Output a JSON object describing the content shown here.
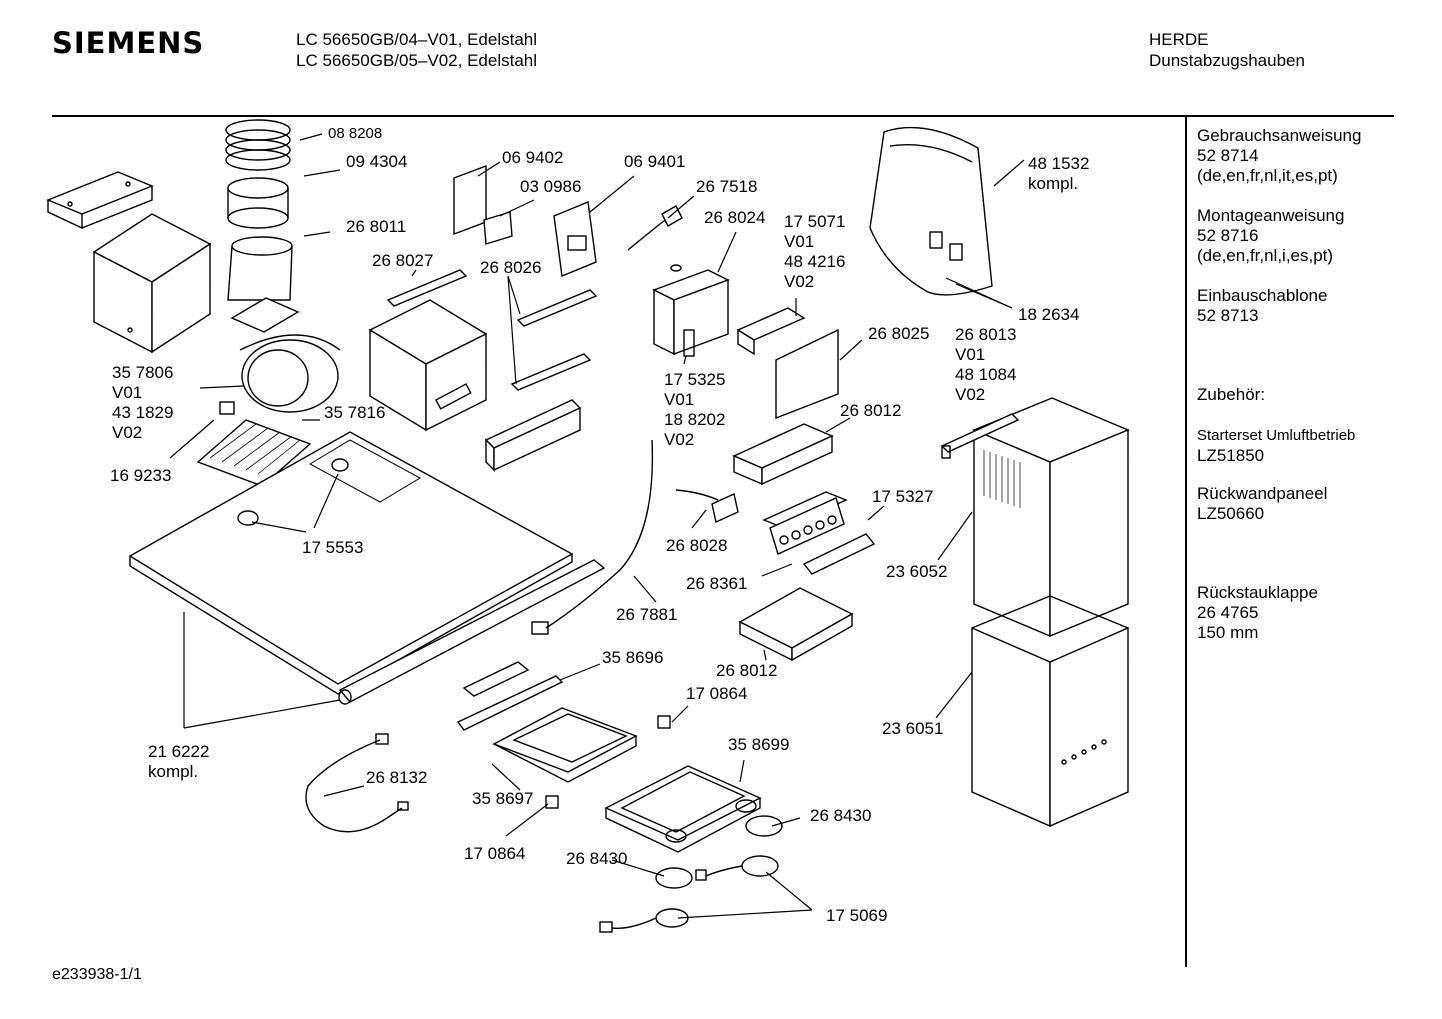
{
  "header": {
    "brand": "SIEMENS",
    "model_line_1": "LC 56650GB/04–V01, Edelstahl",
    "model_line_2": "LC 56650GB/05–V02, Edelstahl",
    "category_1": "HERDE",
    "category_2": "Dunstabzugshauben"
  },
  "sidebar": [
    {
      "lines": [
        "Gebrauchsanweisung",
        "52 8714",
        "(de,en,fr,nl,it,es,pt)"
      ]
    },
    {
      "lines": [
        "Montageanweisung",
        "52 8716",
        "(de,en,fr,nl,i,es,pt)"
      ]
    },
    {
      "lines": [
        "Einbauschablone",
        "52 8713"
      ]
    },
    {
      "lines": [
        "Zubehör:"
      ]
    },
    {
      "lines": [
        "Starterset  Umluftbetrieb",
        "LZ51850"
      ]
    },
    {
      "lines": [
        "Rückwandpaneel",
        "LZ50660"
      ]
    },
    {
      "lines": [
        "Rückstauklappe",
        "26 4765",
        "150 mm"
      ]
    }
  ],
  "labels": [
    {
      "id": "p088208",
      "lines": [
        "08 8208"
      ]
    },
    {
      "id": "p094304",
      "lines": [
        "09 4304"
      ]
    },
    {
      "id": "p268011",
      "lines": [
        "26 8011"
      ]
    },
    {
      "id": "p069402",
      "lines": [
        "06 9402"
      ]
    },
    {
      "id": "p030986",
      "lines": [
        "03 0986"
      ]
    },
    {
      "id": "p069401",
      "lines": [
        "06 9401"
      ]
    },
    {
      "id": "p267518",
      "lines": [
        "26 7518"
      ]
    },
    {
      "id": "p268024",
      "lines": [
        "26 8024"
      ]
    },
    {
      "id": "p175071",
      "lines": [
        "17 5071",
        "V01",
        "48 4216",
        "V02"
      ]
    },
    {
      "id": "p481532",
      "lines": [
        "48 1532",
        "kompl."
      ]
    },
    {
      "id": "p268027",
      "lines": [
        "26 8027"
      ]
    },
    {
      "id": "p268026",
      "lines": [
        "26 8026"
      ]
    },
    {
      "id": "p182634",
      "lines": [
        "18 2634"
      ]
    },
    {
      "id": "p268025",
      "lines": [
        "26 8025"
      ]
    },
    {
      "id": "p268013",
      "lines": [
        "26 8013",
        "V01",
        "48 1084",
        "V02"
      ]
    },
    {
      "id": "p357806",
      "lines": [
        "35 7806",
        "V01",
        "43 1829",
        "V02"
      ]
    },
    {
      "id": "p175325",
      "lines": [
        "17 5325",
        "V01",
        "18 8202",
        "V02"
      ]
    },
    {
      "id": "p357816",
      "lines": [
        "35 7816"
      ]
    },
    {
      "id": "p268012a",
      "lines": [
        "26 8012"
      ]
    },
    {
      "id": "p169233",
      "lines": [
        "16 9233"
      ]
    },
    {
      "id": "p175327",
      "lines": [
        "17 5327"
      ]
    },
    {
      "id": "p175553",
      "lines": [
        "17 5553"
      ]
    },
    {
      "id": "p268028",
      "lines": [
        "26 8028"
      ]
    },
    {
      "id": "p268361",
      "lines": [
        "26 8361"
      ]
    },
    {
      "id": "p236052",
      "lines": [
        "23 6052"
      ]
    },
    {
      "id": "p267881",
      "lines": [
        "26 7881"
      ]
    },
    {
      "id": "p358696",
      "lines": [
        "35 8696"
      ]
    },
    {
      "id": "p268012b",
      "lines": [
        "26 8012"
      ]
    },
    {
      "id": "p170864a",
      "lines": [
        "17 0864"
      ]
    },
    {
      "id": "p236051",
      "lines": [
        "23 6051"
      ]
    },
    {
      "id": "p216222",
      "lines": [
        "21 6222",
        "kompl."
      ]
    },
    {
      "id": "p358699",
      "lines": [
        "35 8699"
      ]
    },
    {
      "id": "p268132",
      "lines": [
        "26 8132"
      ]
    },
    {
      "id": "p358697",
      "lines": [
        "35 8697"
      ]
    },
    {
      "id": "p268430a",
      "lines": [
        "26 8430"
      ]
    },
    {
      "id": "p170864b",
      "lines": [
        "17 0864"
      ]
    },
    {
      "id": "p268430b",
      "lines": [
        "26 8430"
      ]
    },
    {
      "id": "p175069",
      "lines": [
        "17 5069"
      ]
    }
  ],
  "footer": "e233938-1/1"
}
